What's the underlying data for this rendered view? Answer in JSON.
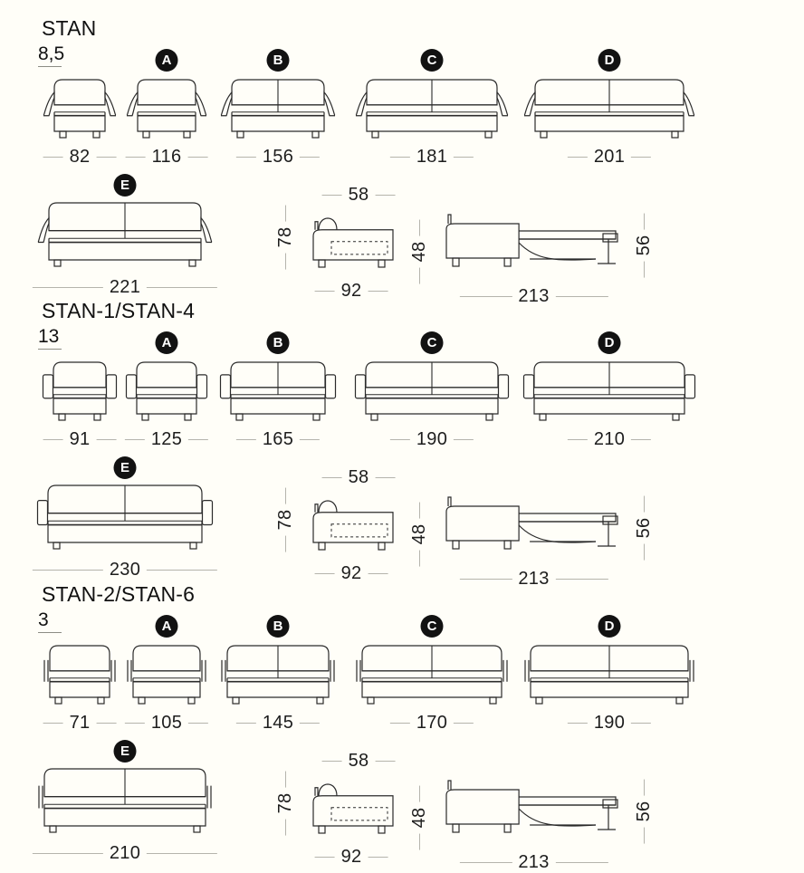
{
  "document": {
    "background_color": "#fffef8",
    "line_color": "#2b2b2b",
    "dimension_rule_color": "#b5b4ac",
    "badge_color": "#121212"
  },
  "sections": [
    {
      "title": "STAN",
      "scale_mark": "8,5",
      "arm_style": "curved",
      "models": [
        {
          "badge": "",
          "width": "82",
          "seats": 1
        },
        {
          "badge": "A",
          "width": "116",
          "seats": 1
        },
        {
          "badge": "B",
          "width": "156",
          "seats": 2
        },
        {
          "badge": "C",
          "width": "181",
          "seats": 2
        },
        {
          "badge": "D",
          "width": "201",
          "seats": 2
        },
        {
          "badge": "E",
          "width": "221",
          "seats": 2
        }
      ],
      "side_view": {
        "height": "78",
        "seat_depth": "58",
        "depth": "92",
        "seat_height": "48"
      },
      "bed_view": {
        "length": "213",
        "height": "56"
      }
    },
    {
      "title": "STAN-1/STAN-4",
      "scale_mark": "13",
      "arm_style": "block",
      "models": [
        {
          "badge": "",
          "width": "91",
          "seats": 1
        },
        {
          "badge": "A",
          "width": "125",
          "seats": 1
        },
        {
          "badge": "B",
          "width": "165",
          "seats": 2
        },
        {
          "badge": "C",
          "width": "190",
          "seats": 2
        },
        {
          "badge": "D",
          "width": "210",
          "seats": 2
        },
        {
          "badge": "E",
          "width": "230",
          "seats": 2
        }
      ],
      "side_view": {
        "height": "78",
        "seat_depth": "58",
        "depth": "92",
        "seat_height": "48"
      },
      "bed_view": {
        "length": "213",
        "height": "56"
      }
    },
    {
      "title": "STAN-2/STAN-6",
      "scale_mark": "3",
      "arm_style": "thin",
      "models": [
        {
          "badge": "",
          "width": "71",
          "seats": 1
        },
        {
          "badge": "A",
          "width": "105",
          "seats": 1
        },
        {
          "badge": "B",
          "width": "145",
          "seats": 2
        },
        {
          "badge": "C",
          "width": "170",
          "seats": 2
        },
        {
          "badge": "D",
          "width": "190",
          "seats": 2
        },
        {
          "badge": "E",
          "width": "210",
          "seats": 2
        }
      ],
      "side_view": {
        "height": "78",
        "seat_depth": "58",
        "depth": "92",
        "seat_height": "48"
      },
      "bed_view": {
        "length": "213",
        "height": "56"
      }
    }
  ]
}
